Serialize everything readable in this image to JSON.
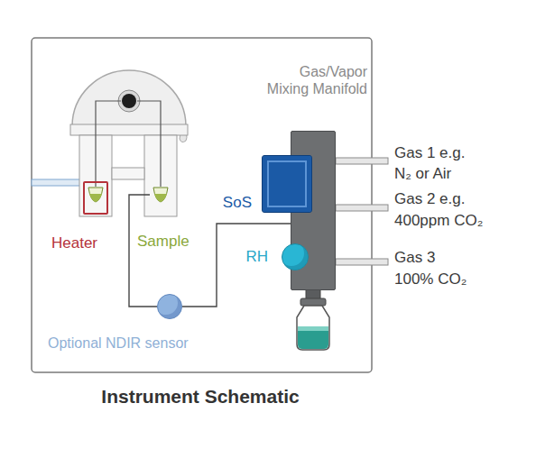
{
  "diagram": {
    "title": "Instrument Schematic",
    "nodes": [
      {
        "text": [
          "Gas/Vapor Mixing Manifold"
        ]
      },
      {
        "text": [
          "SoS"
        ]
      },
      {
        "text": [
          "RH"
        ]
      },
      {
        "text": [
          "Heater"
        ]
      },
      {
        "text": [
          "Sample"
        ]
      },
      {
        "text": [
          "Optional NDIR sensor"
        ]
      }
    ],
    "edges": [
      {
        "from": 4,
        "to": 5,
        "arrow": "none"
      },
      {
        "from": 5,
        "to": 0,
        "arrow": "none"
      }
    ],
    "labels": [
      "Gas 1 e.g.",
      "N₂ or Air",
      "Gas 2 e.g.",
      "400ppm CO₂",
      "Gas 3",
      "100% CO₂"
    ]
  }
}
